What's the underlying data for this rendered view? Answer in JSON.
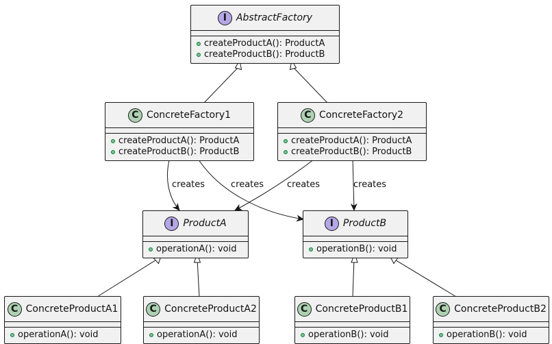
{
  "classes": {
    "abstract_factory": {
      "stereotype": "I",
      "name": "AbstractFactory",
      "methods": [
        "createProductA(): ProductA",
        "createProductB(): ProductB"
      ]
    },
    "concrete_factory1": {
      "stereotype": "C",
      "name": "ConcreteFactory1",
      "methods": [
        "createProductA(): ProductA",
        "createProductB(): ProductB"
      ]
    },
    "concrete_factory2": {
      "stereotype": "C",
      "name": "ConcreteFactory2",
      "methods": [
        "createProductA(): ProductA",
        "createProductB(): ProductB"
      ]
    },
    "product_a": {
      "stereotype": "I",
      "name": "ProductA",
      "methods": [
        "operationA(): void"
      ]
    },
    "product_b": {
      "stereotype": "I",
      "name": "ProductB",
      "methods": [
        "operationB(): void"
      ]
    },
    "concrete_product_a1": {
      "stereotype": "C",
      "name": "ConcreteProductA1",
      "methods": [
        "operationA(): void"
      ]
    },
    "concrete_product_a2": {
      "stereotype": "C",
      "name": "ConcreteProductA2",
      "methods": [
        "operationA(): void"
      ]
    },
    "concrete_product_b1": {
      "stereotype": "C",
      "name": "ConcreteProductB1",
      "methods": [
        "operationB(): void"
      ]
    },
    "concrete_product_b2": {
      "stereotype": "C",
      "name": "ConcreteProductB2",
      "methods": [
        "operationB(): void"
      ]
    }
  },
  "edges": {
    "cf1_creates_a": "creates",
    "cf1_creates_b": "creates",
    "cf2_creates_a": "creates",
    "cf2_creates_b": "creates"
  },
  "colors": {
    "class_fill": "#f1f1f1",
    "border": "#181818",
    "class_badge": "#add1b2",
    "interface_badge": "#b4a7e5",
    "public_method_dot": "#84be84"
  }
}
